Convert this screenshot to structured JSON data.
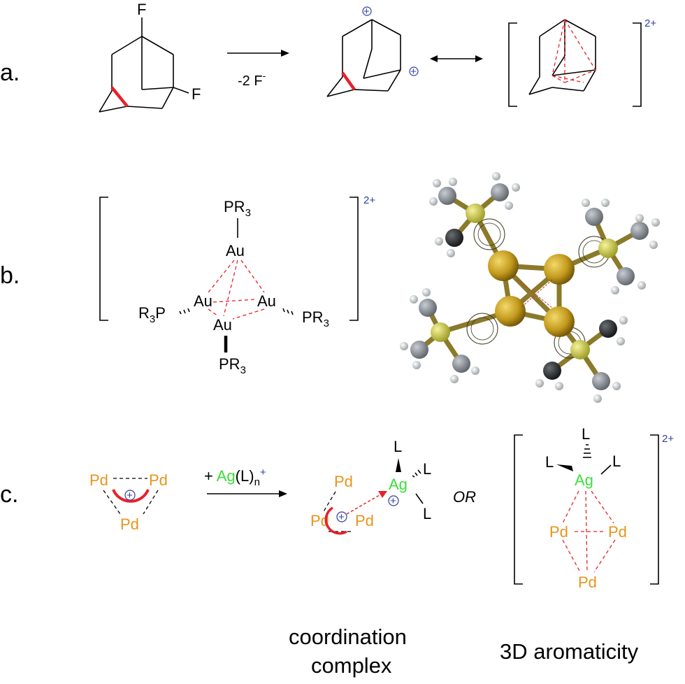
{
  "panels": {
    "a": "a.",
    "b": "b.",
    "c": "c."
  },
  "panel_a": {
    "f_top": "F",
    "f_right": "F",
    "reagent": "-2 F",
    "reagent_sup": "-",
    "charge_symbol": "+",
    "bracket_charge": "2+"
  },
  "panel_b": {
    "au": "Au",
    "pr3_top": "PR",
    "pr3_right": "PR",
    "pr3_bottom": "PR",
    "r3p_left": "R",
    "r3p_left_p": "P",
    "sub3": "3",
    "bracket_charge": "2+"
  },
  "panel_c": {
    "pd": "Pd",
    "ag": "Ag",
    "l": "L",
    "reagent_plus": "+ ",
    "reagent_ag": "Ag",
    "reagent_l": "(L)",
    "reagent_n": "n",
    "reagent_sup": "+",
    "or": "OR",
    "bracket_charge": "2+",
    "caption_left_1": "coordination",
    "caption_left_2": "complex",
    "caption_right": "3D aromaticity"
  },
  "colors": {
    "red_bond": "#e8202a",
    "charge_blue": "#3340a0",
    "pd_orange": "#e8941a",
    "ag_green": "#3ce03a"
  }
}
